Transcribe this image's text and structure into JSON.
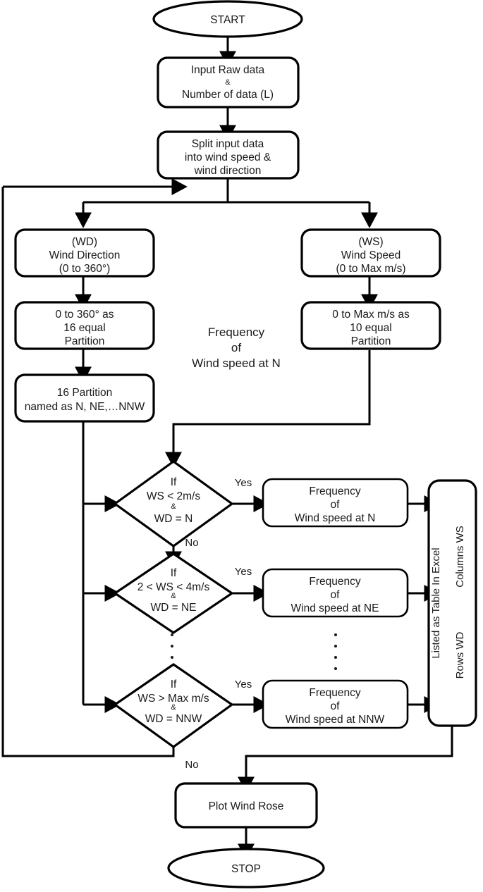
{
  "diagram": {
    "title": "Wind rose computation flowchart",
    "colors": {
      "stroke": "#000000",
      "fill": "#ffffff",
      "text": "#1a1a1a"
    },
    "nodes": {
      "start": {
        "shape": "terminator",
        "label": "START"
      },
      "input": {
        "shape": "process",
        "lines": [
          "Input  Raw data",
          "&",
          "Number of data (L)"
        ]
      },
      "split": {
        "shape": "process",
        "lines": [
          "Split input data",
          "into wind speed &",
          "wind direction"
        ]
      },
      "wd": {
        "shape": "process",
        "lines": [
          "(WD)",
          "Wind Direction",
          "(0 to 360°)"
        ]
      },
      "ws": {
        "shape": "process",
        "lines": [
          "(WS)",
          "Wind Speed",
          "(0 to Max m/s)"
        ]
      },
      "wd_partition": {
        "shape": "process",
        "lines": [
          "0 to 360° as",
          "16 equal",
          "Partition"
        ]
      },
      "ws_partition": {
        "shape": "process",
        "lines": [
          "0 to Max m/s as",
          "10 equal",
          "Partition"
        ]
      },
      "wd_named": {
        "shape": "process",
        "lines": [
          "16 Partition",
          "named as N, NE,…NNW"
        ]
      },
      "decision1": {
        "shape": "decision",
        "lines": [
          "If",
          "WS < 2m/s",
          "&",
          "WD = N"
        ]
      },
      "decision2": {
        "shape": "decision",
        "lines": [
          "If",
          "2 < WS < 4m/s",
          "&",
          "WD = NE"
        ]
      },
      "decision3": {
        "shape": "decision",
        "lines": [
          "If",
          "WS > Max m/s",
          "&",
          "WD = NNW"
        ]
      },
      "freq1": {
        "shape": "process",
        "lines": [
          "Frequency",
          "of",
          "Wind speed at N"
        ]
      },
      "freq2": {
        "shape": "process",
        "lines": [
          "Frequency",
          "of",
          "Wind speed at NE"
        ]
      },
      "freq3": {
        "shape": "process",
        "lines": [
          "Frequency",
          "of",
          "Wind speed at NNW"
        ]
      },
      "table": {
        "shape": "process-vertical",
        "lines": [
          "Listed as Table In Excel",
          "Columns WS",
          "Rows WD"
        ]
      },
      "plot": {
        "shape": "process",
        "lines": [
          "Plot Wind Rose"
        ]
      },
      "stop": {
        "shape": "terminator",
        "label": "STOP"
      }
    },
    "floating_note": {
      "lines": [
        "Frequency",
        "of",
        "Wind speed at N"
      ]
    },
    "edge_labels": {
      "yes1": "Yes",
      "yes2": "Yes",
      "yes3": "Yes",
      "no1": "No",
      "no3": "No"
    },
    "ellipsis": {
      "glyph": "·",
      "count": 4
    }
  }
}
